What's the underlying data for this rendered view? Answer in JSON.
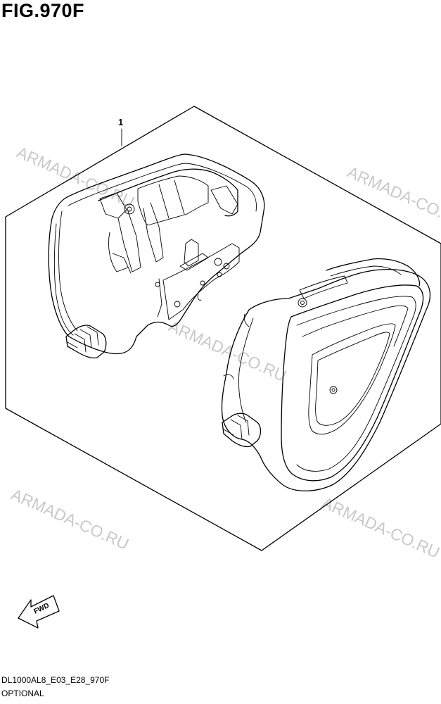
{
  "figure": {
    "title": "FIG.970F"
  },
  "callouts": {
    "part_1": "1"
  },
  "fwd_label": "FWD",
  "watermarks": [
    "ARMADA-CO.RU",
    "ARMADA-CO.RU",
    "ARMADA-CO.RU",
    "ARMADA-CO.RU",
    "ARMADA-CO.RU"
  ],
  "footer": {
    "code": "DL1000AL8_E03_E28_970F",
    "note": "OPTIONAL"
  }
}
